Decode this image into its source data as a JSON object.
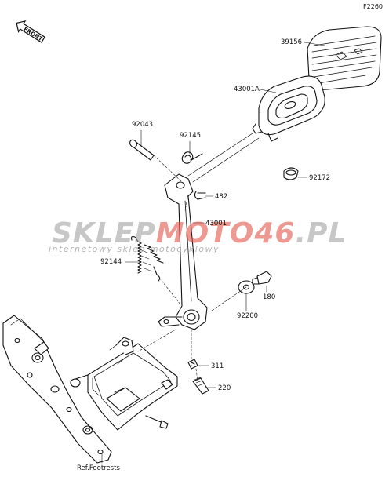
{
  "diagram_code": "F2260",
  "front_label": "FRONT",
  "watermark": {
    "brand_part1": "SKLEP",
    "brand_part2": "MOTO",
    "brand_part3": "46",
    "brand_part4": ".PL",
    "tagline": "internetowy sklep motocyklowy",
    "accent_color": "#e0463a",
    "gray_color": "#9a9a9a"
  },
  "parts": {
    "p39156": "39156",
    "p43001a": "43001A",
    "p92043": "92043",
    "p92145": "92145",
    "p92172": "92172",
    "p482": "482",
    "p43001": "43001",
    "p92144": "92144",
    "p180": "180",
    "p92200": "92200",
    "p311": "311",
    "p220": "220"
  },
  "reference_label": "Ref.Footrests"
}
